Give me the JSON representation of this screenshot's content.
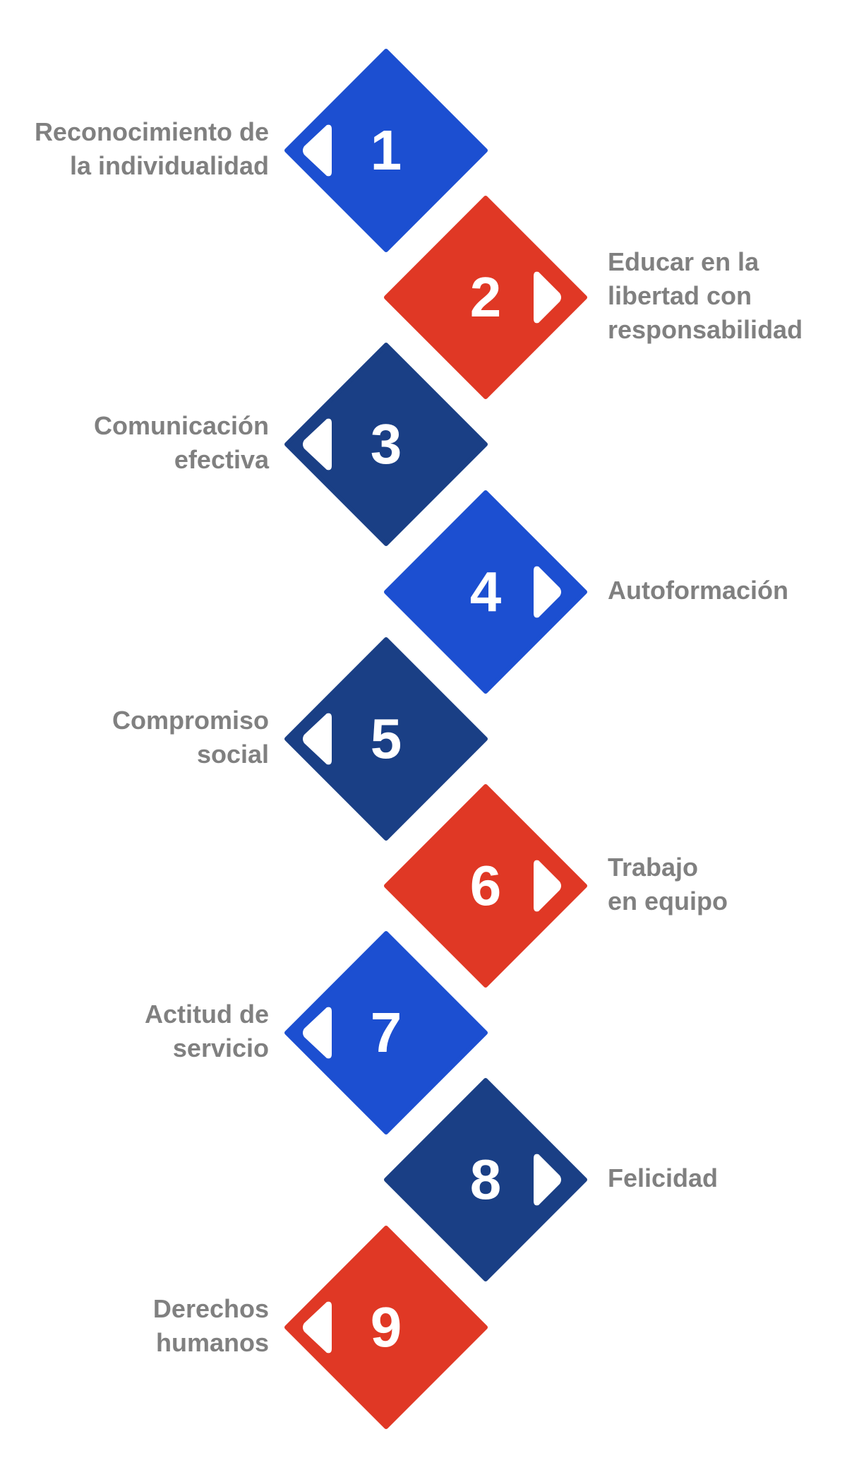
{
  "colors": {
    "blue": "#1C4FD1",
    "red": "#E03825",
    "navy": "#1A3F85",
    "text": "#808080"
  },
  "items": [
    {
      "number": "1",
      "lines": [
        "Reconocimiento de",
        "la individualidad"
      ],
      "side": "left",
      "color": "#1C4FD1"
    },
    {
      "number": "2",
      "lines": [
        "Educar en la",
        "libertad con",
        "responsabilidad"
      ],
      "side": "right",
      "color": "#E03825"
    },
    {
      "number": "3",
      "lines": [
        "Comunicación",
        "efectiva"
      ],
      "side": "left",
      "color": "#1A3F85"
    },
    {
      "number": "4",
      "lines": [
        "Autoformación"
      ],
      "side": "right",
      "color": "#1C4FD1"
    },
    {
      "number": "5",
      "lines": [
        "Compromiso",
        "social"
      ],
      "side": "left",
      "color": "#1A3F85"
    },
    {
      "number": "6",
      "lines": [
        "Trabajo",
        "en equipo"
      ],
      "side": "right",
      "color": "#E03825"
    },
    {
      "number": "7",
      "lines": [
        "Actitud de",
        "servicio"
      ],
      "side": "left",
      "color": "#1C4FD1"
    },
    {
      "number": "8",
      "lines": [
        "Felicidad"
      ],
      "side": "right",
      "color": "#1A3F85"
    },
    {
      "number": "9",
      "lines": [
        "Derechos",
        "humanos"
      ],
      "side": "left",
      "color": "#E03825"
    }
  ]
}
